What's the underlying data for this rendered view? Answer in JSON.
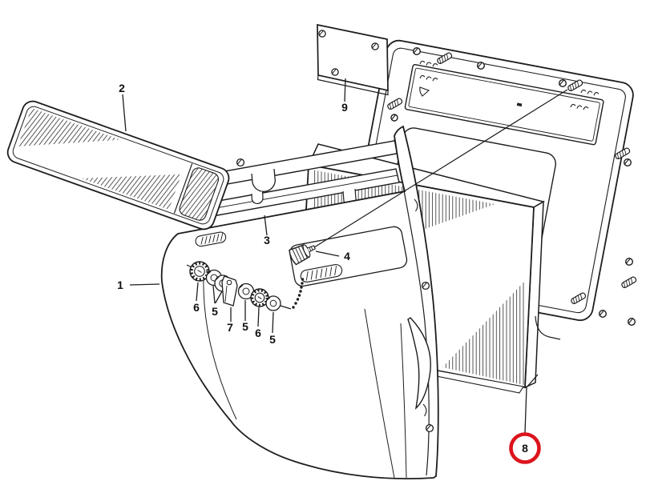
{
  "diagram": {
    "background": "#ffffff",
    "line_color": "#1d1d1d"
  },
  "callouts": {
    "c1": {
      "label": "1"
    },
    "c2": {
      "label": "2"
    },
    "c3": {
      "label": "3"
    },
    "c4": {
      "label": "4"
    },
    "c5a": {
      "label": "5"
    },
    "c5b": {
      "label": "5"
    },
    "c5c": {
      "label": "5"
    },
    "c6a": {
      "label": "6"
    },
    "c6b": {
      "label": "6"
    },
    "c7": {
      "label": "7"
    },
    "c8": {
      "label": "8"
    },
    "c9": {
      "label": "9"
    }
  },
  "highlight": {
    "color": "#dc141e",
    "target_label": "8"
  }
}
